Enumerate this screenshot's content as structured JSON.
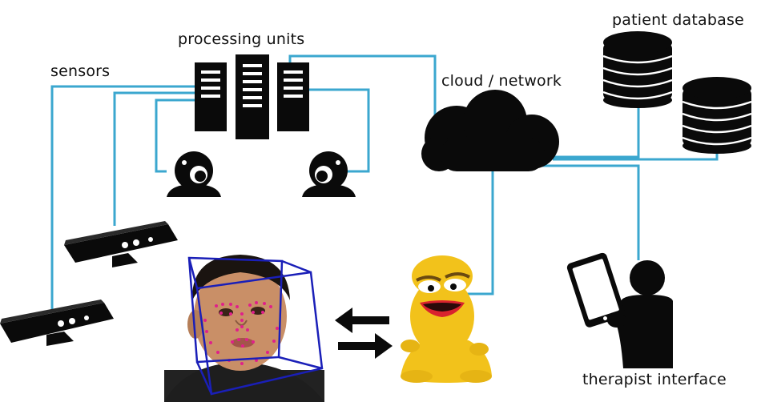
{
  "labels": {
    "sensors": "sensors",
    "processing_units": "processing units",
    "cloud_network": "cloud / network",
    "patient_database": "patient database",
    "therapist_interface": "therapist interface"
  },
  "colors": {
    "connection_line": "#3ba7cf",
    "icon_fill": "#0a0a0a",
    "face_box": "#1a1fb8",
    "landmark": "#e0208a",
    "robot_body": "#f2c21b",
    "robot_mouth": "#d9232e"
  },
  "icons": [
    "server-rack-icon",
    "webcam-icon",
    "depth-sensor-icon",
    "cloud-icon",
    "database-icon",
    "person-with-tablet-icon",
    "robot-toy-icon",
    "bidirectional-arrows-icon"
  ]
}
